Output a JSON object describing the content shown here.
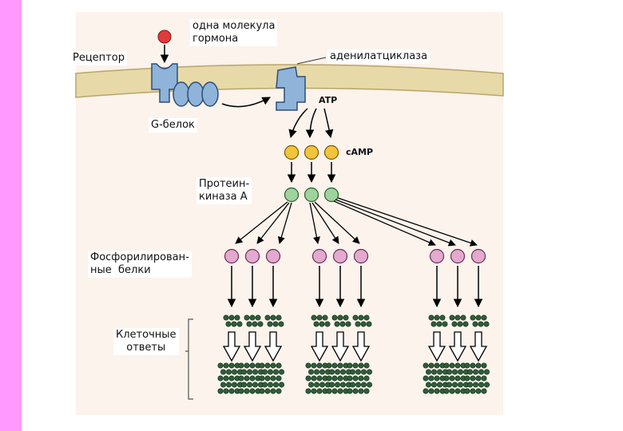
{
  "labels": {
    "hormone": "одна молекула\nгормона",
    "receptor": "Рецептор",
    "adenylate_cyclase": "аденилатциклаза",
    "atp": "ATP",
    "g_protein": "G-белок",
    "camp": "cAMP",
    "protein_kinase": "Протеин-\nкиназа А",
    "phosphorylated_proteins": "Фосфорилирован-\nные  белки",
    "cell_responses": "Клеточные\nответы"
  },
  "colors": {
    "side_bar": "#ff99ff",
    "membrane": "#e8d9a8",
    "hormone": "#e23a3a",
    "receptor": "#8fb3d9",
    "camp": "#f2c43a",
    "kinase": "#9ed39e",
    "phosphoprotein": "#e4a9cf",
    "response_dots": "#2f5d3a"
  }
}
